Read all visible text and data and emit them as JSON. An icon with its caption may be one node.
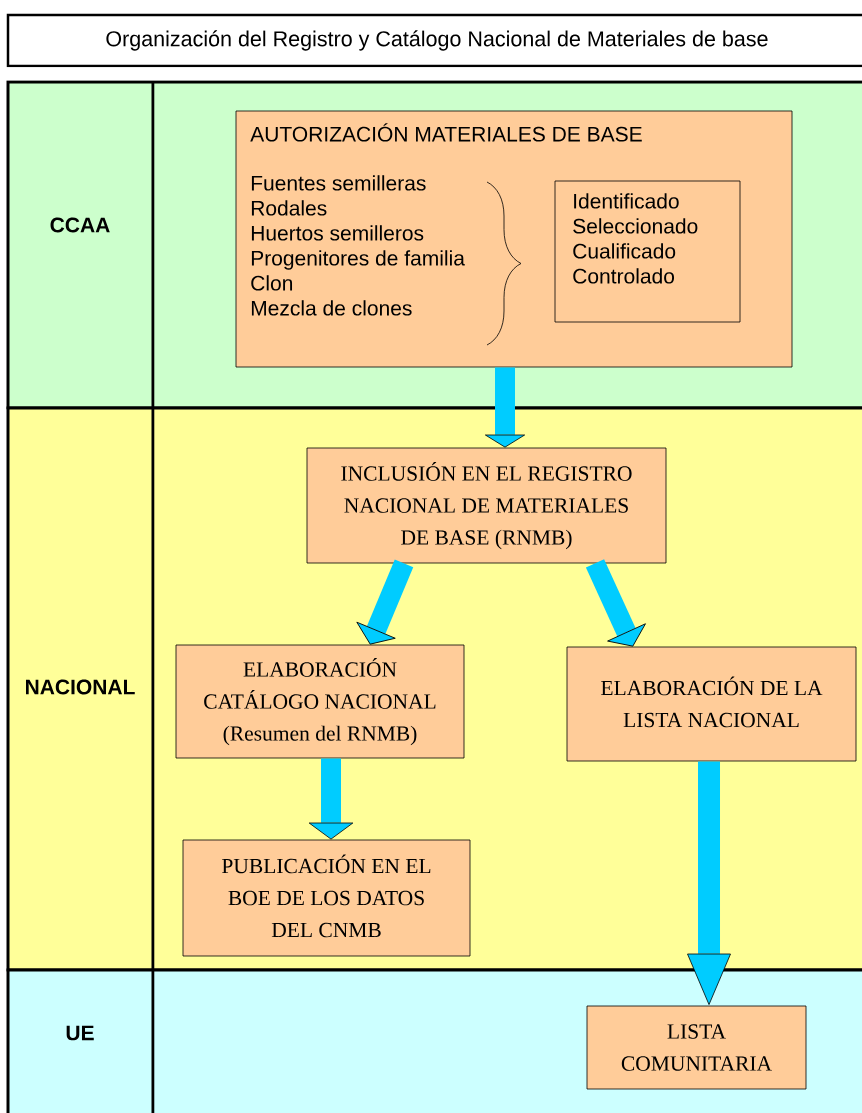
{
  "diagram": {
    "nodes": [
      {
        "text": [
          "Organización del Registro y Catálogo Nacional de Materiales de base"
        ]
      },
      {
        "text": [
          "CCAA"
        ]
      },
      {
        "text": [
          "AUTORIZACIÓN MATERIALES DE BASE",
          "Fuentes semilleras",
          "Rodales",
          "Huertos semilleros",
          "Progenitores de familia",
          "Clon",
          "Mezcla de clones"
        ],
        "in": 1
      },
      {
        "text": [
          "Identificado",
          "Seleccionado",
          "Cualificado",
          "Controlado"
        ],
        "in": 2
      },
      {
        "text": [
          "NACIONAL"
        ]
      },
      {
        "text": [
          "INCLUSIÓN EN EL REGISTRO NACIONAL DE MATERIALES DE BASE (RNMB)"
        ],
        "in": 4
      },
      {
        "text": [
          "ELABORACIÓN CATÁLOGO NACIONAL",
          "(Resumen del RNMB)"
        ],
        "in": 4
      },
      {
        "text": [
          "ELABORACIÓN DE LA LISTA NACIONAL"
        ],
        "in": 4
      },
      {
        "text": [
          "PUBLICACIÓN EN EL BOE DE LOS DATOS DEL CNMB"
        ],
        "in": 4
      },
      {
        "text": [
          "UE"
        ]
      },
      {
        "text": [
          "LISTA COMUNITARIA"
        ],
        "in": 9
      }
    ],
    "edges": [
      {
        "from": 2,
        "to": 5,
        "arrow": "to"
      },
      {
        "from": 5,
        "to": 6,
        "arrow": "to"
      },
      {
        "from": 5,
        "to": 7,
        "arrow": "to"
      },
      {
        "from": 6,
        "to": 8,
        "arrow": "to"
      },
      {
        "from": 7,
        "to": 10,
        "arrow": "to"
      }
    ]
  }
}
